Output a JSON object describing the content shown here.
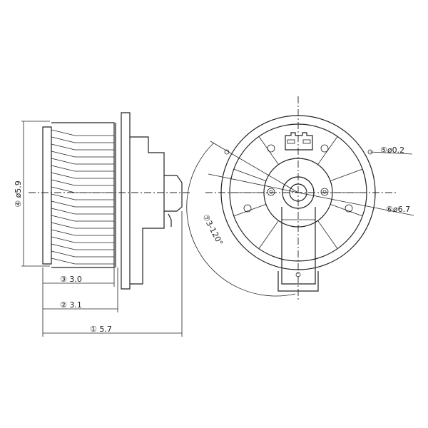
{
  "drawing": {
    "side_view": {
      "dims": [
        {
          "marker": "①",
          "value": "5.7"
        },
        {
          "marker": "②",
          "value": "3.1"
        },
        {
          "marker": "③",
          "value": "3.0"
        },
        {
          "marker": "④",
          "value": "ø5.9"
        }
      ]
    },
    "front_view": {
      "dims": [
        {
          "marker": "⑤",
          "value": "ø0.2"
        },
        {
          "marker": "⑥",
          "value": "ø6.7"
        },
        {
          "marker": "⑦",
          "value": "3-120°"
        }
      ]
    }
  }
}
